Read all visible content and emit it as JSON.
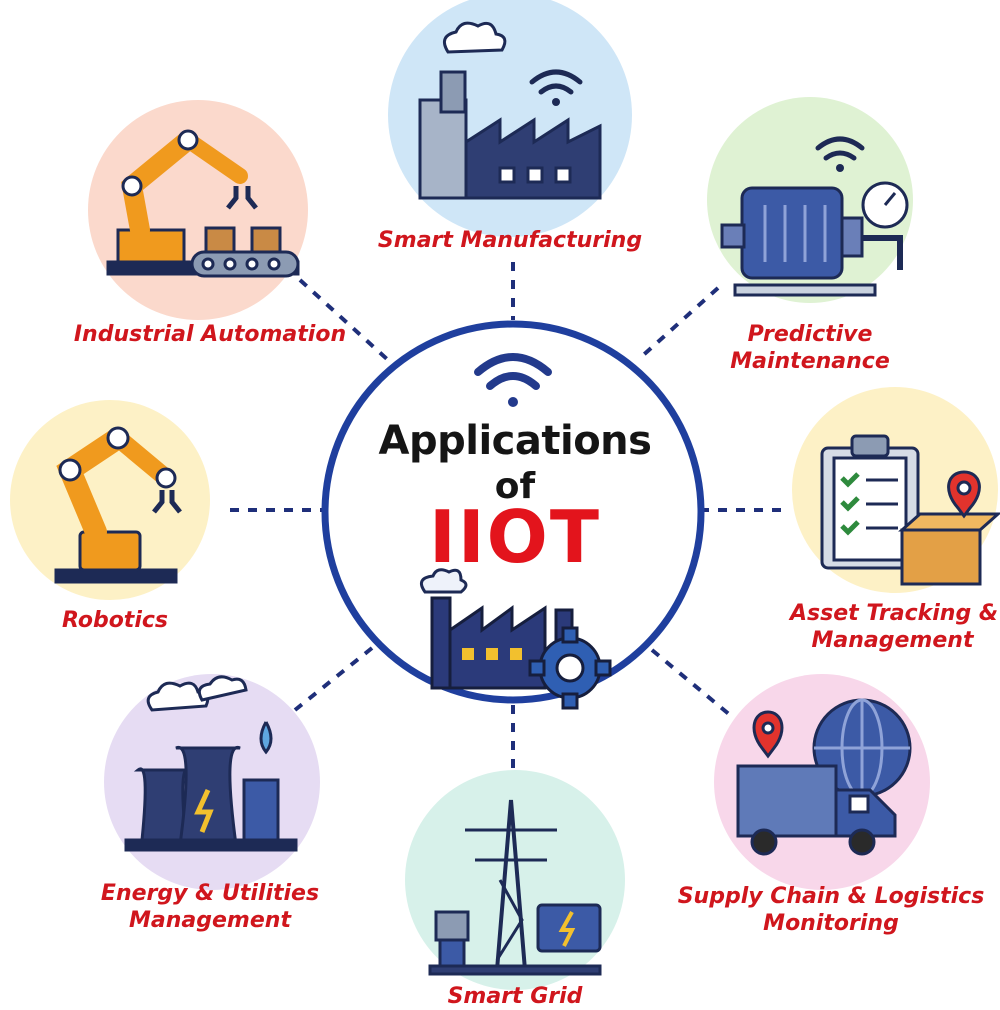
{
  "center": {
    "title": "Applications",
    "connector": "of",
    "acronym": "IIOT",
    "title_color": "#151515",
    "acronym_color": "#e3141c",
    "ring_color": "#1f3f9e"
  },
  "label_color": "#d0161d",
  "connector_color": "#1f2f7a",
  "nodes": [
    {
      "id": "smart-manufacturing",
      "lines": [
        "Smart Manufacturing"
      ],
      "icon": "factory-wifi-icon",
      "bg": "#cfe6f7"
    },
    {
      "id": "predictive-maintenance",
      "lines": [
        "Predictive",
        "Maintenance"
      ],
      "icon": "motor-gauge-icon",
      "bg": "#dff2d3"
    },
    {
      "id": "asset-tracking",
      "lines": [
        "Asset Tracking &",
        "Management"
      ],
      "icon": "clipboard-box-pin-icon",
      "bg": "#fdf1c6"
    },
    {
      "id": "supply-chain",
      "lines": [
        "Supply Chain & Logistics",
        "Monitoring"
      ],
      "icon": "truck-globe-icon",
      "bg": "#f8d7ea"
    },
    {
      "id": "smart-grid",
      "lines": [
        "Smart Grid"
      ],
      "icon": "transmission-tower-icon",
      "bg": "#d7f1ea"
    },
    {
      "id": "energy-utilities",
      "lines": [
        "Energy & Utilities",
        "Management"
      ],
      "icon": "power-plant-icon",
      "bg": "#e6dcf3"
    },
    {
      "id": "robotics",
      "lines": [
        "Robotics"
      ],
      "icon": "robotic-arm-icon",
      "bg": "#fdf1c6"
    },
    {
      "id": "industrial-automation",
      "lines": [
        "Industrial Automation"
      ],
      "icon": "conveyor-robot-icon",
      "bg": "#fbd9cc"
    }
  ]
}
